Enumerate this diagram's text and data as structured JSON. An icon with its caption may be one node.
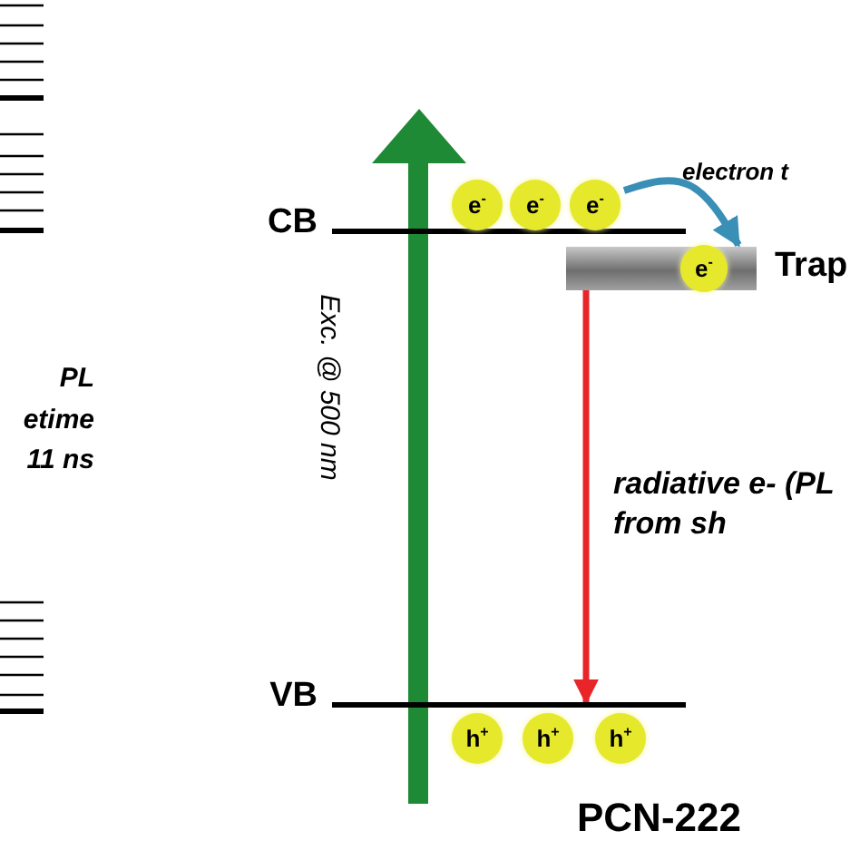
{
  "diagram": {
    "nodes": [
      {
        "text": [
          "CB"
        ]
      },
      {
        "text": [
          "VB"
        ]
      },
      {
        "text": [
          "e$^{-}$"
        ]
      },
      {
        "text": [
          "e$^{-}$"
        ]
      },
      {
        "text": [
          "e$^{-}$"
        ]
      },
      {
        "text": [
          "Trap"
        ]
      },
      {
        "text": [
          "e$^{-}$"
        ],
        "in": 5
      },
      {
        "text": [
          "h$^{+}$"
        ]
      },
      {
        "text": [
          "h$^{+}$"
        ]
      },
      {
        "text": [
          "h$^{+}$"
        ]
      }
    ],
    "edges": [
      {
        "from": 4,
        "to": 5,
        "arrow": "to",
        "label": "electron t",
        "color": "#3a8fb7"
      },
      {
        "from": 5,
        "to": 1,
        "arrow": "to",
        "label": "radiative e- (PL from sh",
        "color": "#e8262a"
      }
    ],
    "labels": [
      "PL etime 11 ns",
      "Exc. @ 500 nm",
      "PCN-222"
    ]
  }
}
